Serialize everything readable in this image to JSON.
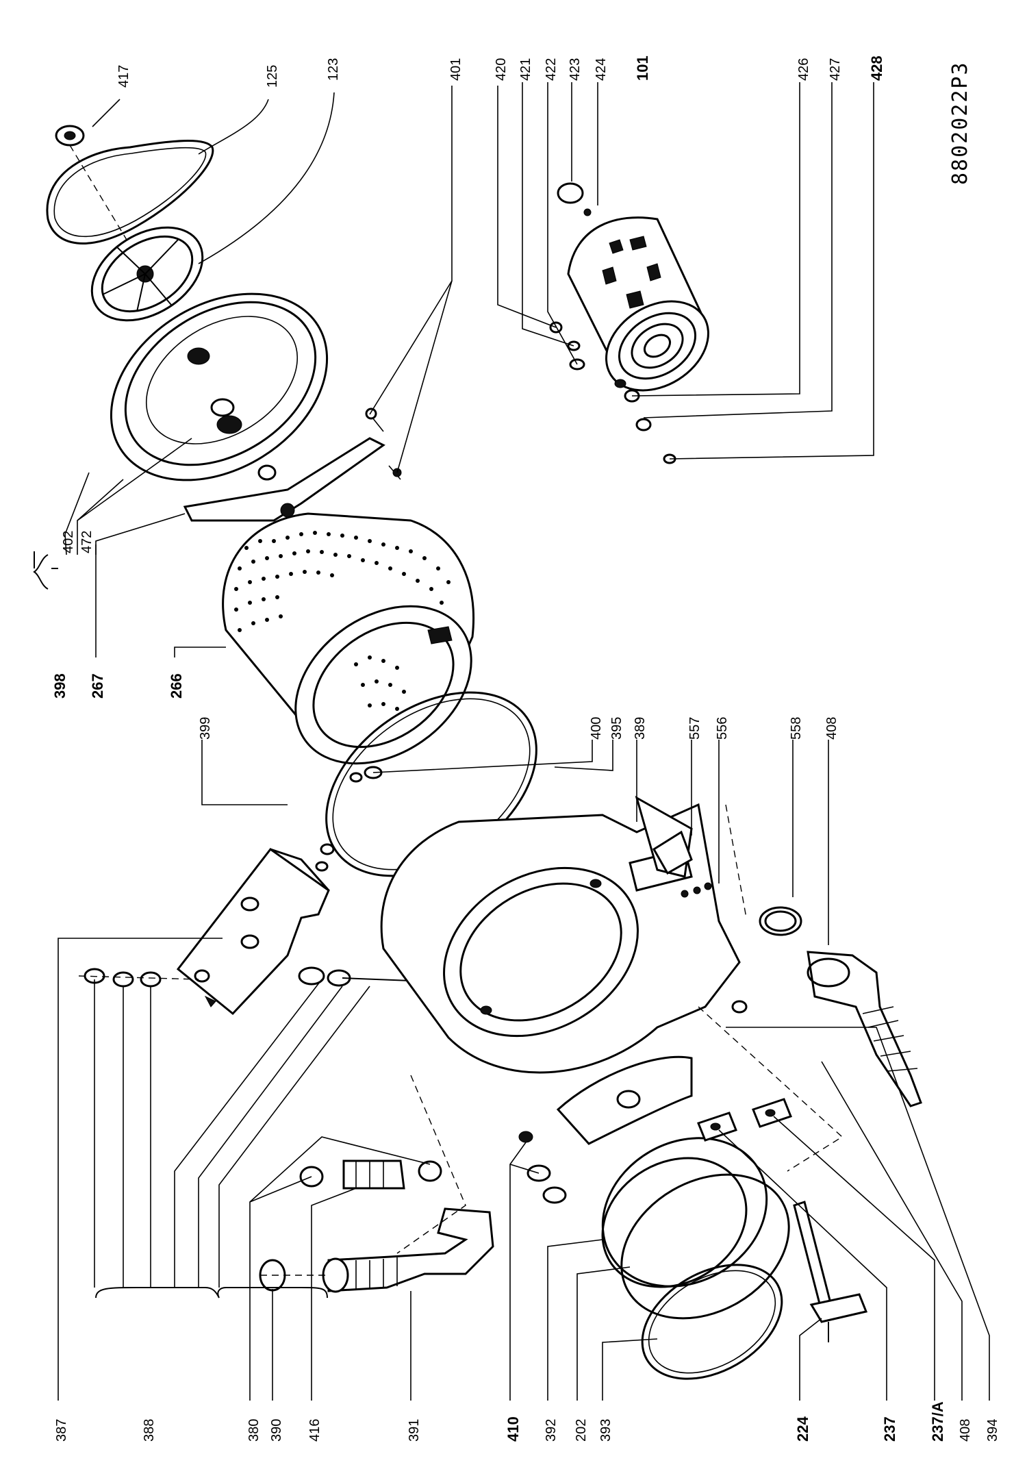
{
  "diagram_code": "8802022P3",
  "labels": [
    {
      "id": "417",
      "bold": false
    },
    {
      "id": "125",
      "bold": false
    },
    {
      "id": "123",
      "bold": false
    },
    {
      "id": "401",
      "bold": false
    },
    {
      "id": "420",
      "bold": false
    },
    {
      "id": "421",
      "bold": false
    },
    {
      "id": "422",
      "bold": false
    },
    {
      "id": "423",
      "bold": false
    },
    {
      "id": "424",
      "bold": false
    },
    {
      "id": "101",
      "bold": true
    },
    {
      "id": "426",
      "bold": false
    },
    {
      "id": "427",
      "bold": false
    },
    {
      "id": "428",
      "bold": true
    },
    {
      "id": "398",
      "bold": true
    },
    {
      "id": "402",
      "bold": false
    },
    {
      "id": "472",
      "bold": false
    },
    {
      "id": "267",
      "bold": true
    },
    {
      "id": "266",
      "bold": true
    },
    {
      "id": "399",
      "bold": false
    },
    {
      "id": "400",
      "bold": false
    },
    {
      "id": "395",
      "bold": false
    },
    {
      "id": "389",
      "bold": false
    },
    {
      "id": "557",
      "bold": false
    },
    {
      "id": "556",
      "bold": false
    },
    {
      "id": "558",
      "bold": false
    },
    {
      "id": "408",
      "bold": false
    },
    {
      "id": "387",
      "bold": false
    },
    {
      "id": "388",
      "bold": false
    },
    {
      "id": "380",
      "bold": false
    },
    {
      "id": "390",
      "bold": false
    },
    {
      "id": "416",
      "bold": false
    },
    {
      "id": "391",
      "bold": false
    },
    {
      "id": "410",
      "bold": true
    },
    {
      "id": "392",
      "bold": false
    },
    {
      "id": "202",
      "bold": false
    },
    {
      "id": "393",
      "bold": false
    },
    {
      "id": "224",
      "bold": true
    },
    {
      "id": "237",
      "bold": true
    },
    {
      "id": "237/A",
      "bold": true
    },
    {
      "id": "408",
      "bold": false
    },
    {
      "id": "394",
      "bold": false
    }
  ]
}
